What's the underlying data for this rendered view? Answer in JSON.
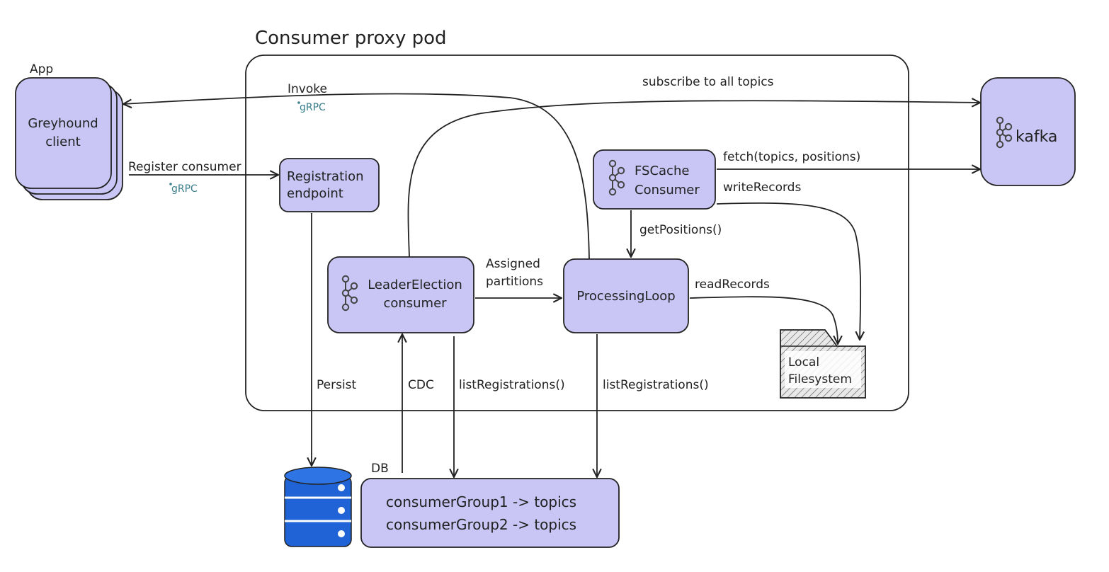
{
  "pod": {
    "title": "Consumer proxy pod"
  },
  "app": {
    "title": "App",
    "client_line1": "Greyhound",
    "client_line2": "client"
  },
  "nodes": {
    "registration_line1": "Registration",
    "registration_line2": "endpoint",
    "fscache_line1": "FSCache",
    "fscache_line2": "Consumer",
    "leader_line1": "LeaderElection",
    "leader_line2": "consumer",
    "processing": "ProcessingLoop",
    "kafka": "kafka",
    "filesystem_line1": "Local",
    "filesystem_line2": "Filesystem"
  },
  "edges": {
    "invoke": "Invoke",
    "invoke_protocol": "gRPC",
    "subscribe": "subscribe to all topics",
    "register": "Register consumer",
    "register_protocol": "gRPC",
    "fetch": "fetch(topics, positions)",
    "write_records": "writeRecords",
    "get_positions": "getPositions()",
    "assigned_line1": "Assigned",
    "assigned_line2": "partitions",
    "read_records": "readRecords",
    "persist": "Persist",
    "cdc": "CDC",
    "list_registrations_1": "listRegistrations()",
    "list_registrations_2": "listRegistrations()"
  },
  "db": {
    "label": "DB",
    "row1": "consumerGroup1 -> topics",
    "row2": "consumerGroup2 -> topics"
  },
  "colors": {
    "node_fill": "#c9c6f5",
    "db_icon": "#1f63d6",
    "grpc_text": "#3a7f8c"
  }
}
